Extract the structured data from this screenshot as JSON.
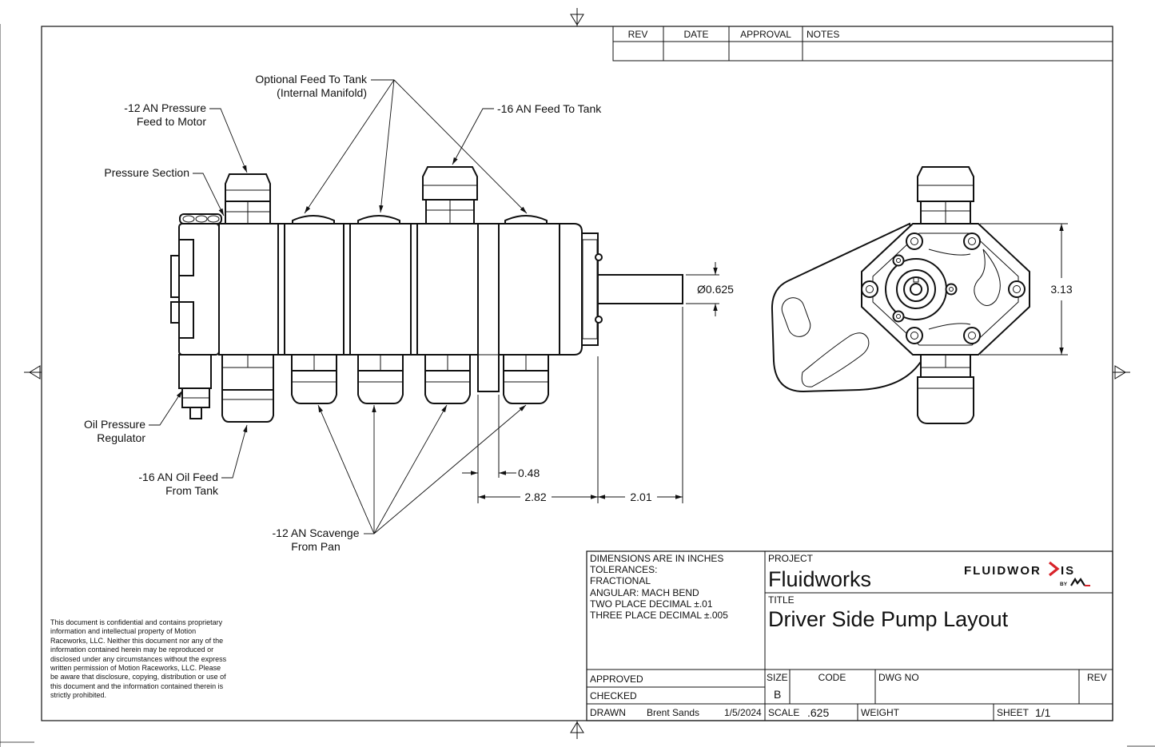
{
  "revision_block": {
    "headers": [
      "REV",
      "DATE",
      "APPROVAL",
      "NOTES"
    ]
  },
  "callouts": {
    "optional_feed": [
      "Optional Feed To Tank",
      "(Internal Manifold)"
    ],
    "pressure_feed": [
      "-12 AN Pressure",
      "Feed to Motor"
    ],
    "feed_to_tank": "-16 AN Feed To Tank",
    "pressure_section": "Pressure Section",
    "oil_pressure_regulator": [
      "Oil Pressure",
      "Regulator"
    ],
    "oil_feed": [
      "-16 AN Oil Feed",
      "From Tank"
    ],
    "scavenge": [
      "-12 AN Scavenge",
      "From Pan"
    ]
  },
  "dimensions": {
    "shaft_diameter": "Ø0.625",
    "gap": "0.48",
    "length_a": "2.82",
    "length_b": "2.01",
    "height": "3.13"
  },
  "title_block": {
    "specs": [
      "DIMENSIONS ARE IN INCHES",
      "TOLERANCES:",
      "FRACTIONAL",
      "ANGULAR: MACH BEND",
      "TWO PLACE DECIMAL ±.01",
      "THREE PLACE DECIMAL ±.005"
    ],
    "project_label": "PROJECT",
    "project": "Fluidworks",
    "title_label": "TITLE",
    "title": "Driver Side Pump Layout",
    "approved_label": "APPROVED",
    "checked_label": "CHECKED",
    "drawn_label": "DRAWN",
    "drawn_by": "Brent Sands",
    "drawn_date": "1/5/2024",
    "size_label": "SIZE",
    "size": "B",
    "code_label": "CODE",
    "dwg_no_label": "DWG NO",
    "rev_label": "REV",
    "scale_label": "SCALE",
    "scale": ".625",
    "weight_label": "WEIGHT",
    "sheet_label": "SHEET",
    "sheet": "1/1"
  },
  "logo": {
    "wordmark": "FLUIDWORKS",
    "byline": "BY"
  },
  "confidential": "This document is confidential and contains proprietary information and intellectual property of Motion Raceworks, LLC. Neither this document nor any of the information contained herein may be reproduced or disclosed under any circumstances without the express written permission of Motion Raceworks, LLC. Please be aware that disclosure, copying, distribution or use of this document and the information contained therein is strictly prohibited.",
  "colors": {
    "line": "#111111",
    "logo_accent": "#d8232a"
  }
}
